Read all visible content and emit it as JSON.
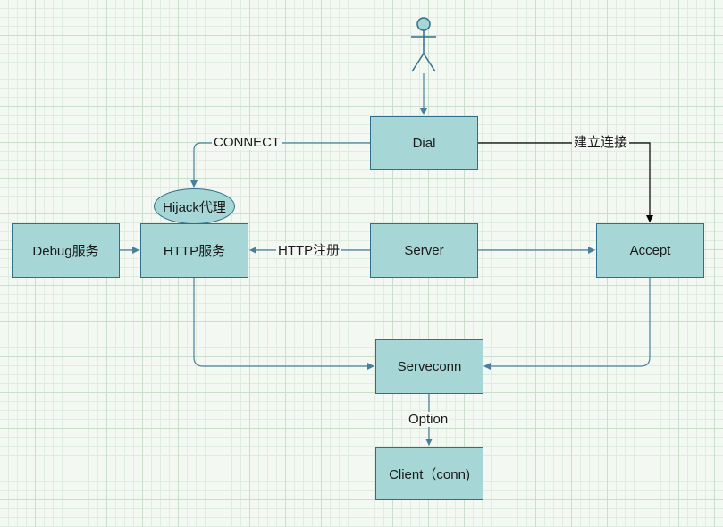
{
  "nodes": {
    "dial": "Dial",
    "hijack": "Hijack代理",
    "debug": "Debug服务",
    "http": "HTTP服务",
    "server": "Server",
    "accept": "Accept",
    "serveconn": "Serveconn",
    "client": "Client（conn)"
  },
  "edges": {
    "connect": "CONNECT",
    "establish": "建立连接",
    "http_register": "HTTP注册",
    "option": "Option"
  },
  "colors": {
    "node_fill": "#a6d7d6",
    "node_stroke": "#2f6f8a",
    "edge": "#4a7f9a",
    "edge_dark": "#000000"
  }
}
